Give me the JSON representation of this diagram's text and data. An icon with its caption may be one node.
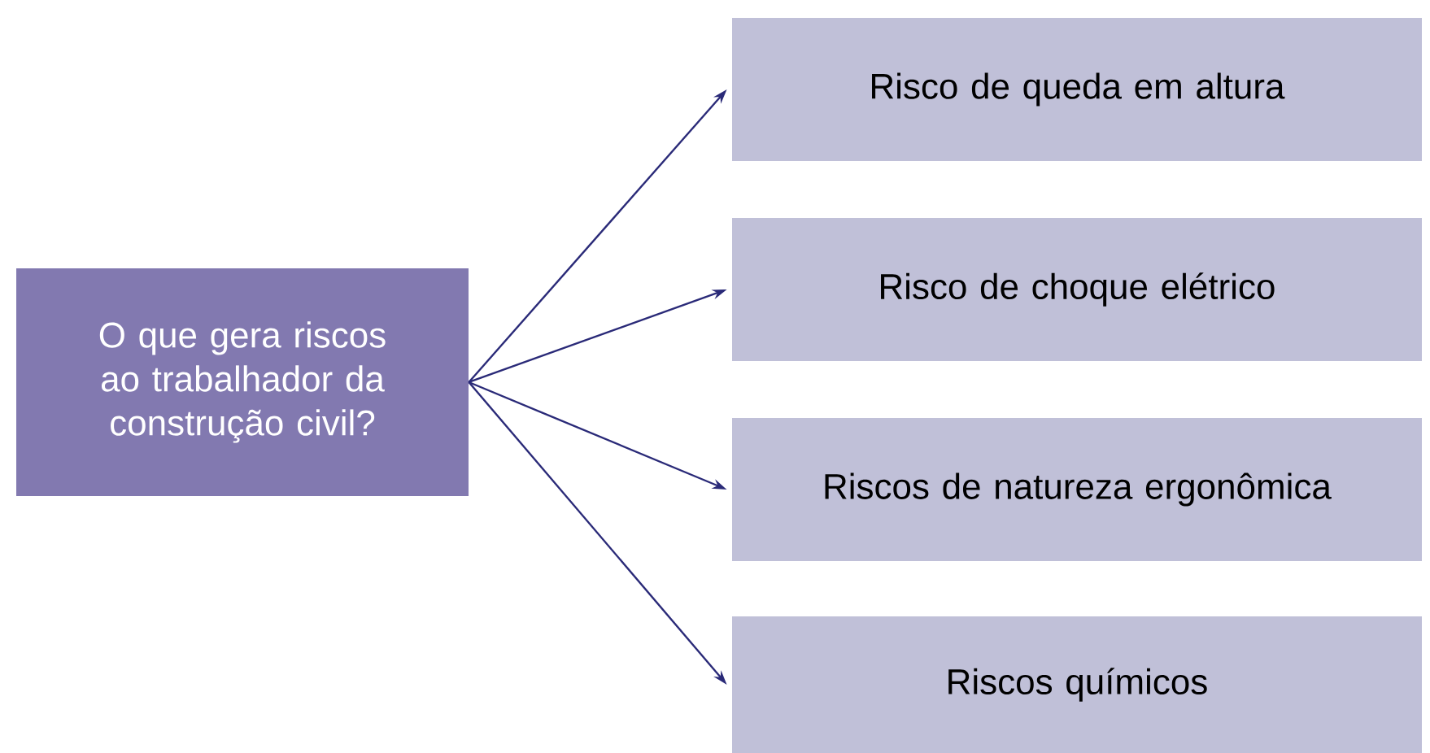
{
  "diagram": {
    "nodes": [
      {
        "text": [
          "O que gera riscos ao trabalhador da construção civil?"
        ]
      },
      {
        "text": [
          "Risco de queda em altura"
        ]
      },
      {
        "text": [
          "Risco de  choque elétrico"
        ]
      },
      {
        "text": [
          "Riscos de natureza ergonômica"
        ]
      },
      {
        "text": [
          "Riscos químicos"
        ]
      }
    ],
    "edges": [
      {
        "from": 0,
        "to": 1,
        "arrow": "to"
      },
      {
        "from": 0,
        "to": 2,
        "arrow": "to"
      },
      {
        "from": 0,
        "to": 3,
        "arrow": "to"
      },
      {
        "from": 0,
        "to": 4,
        "arrow": "to"
      }
    ]
  }
}
